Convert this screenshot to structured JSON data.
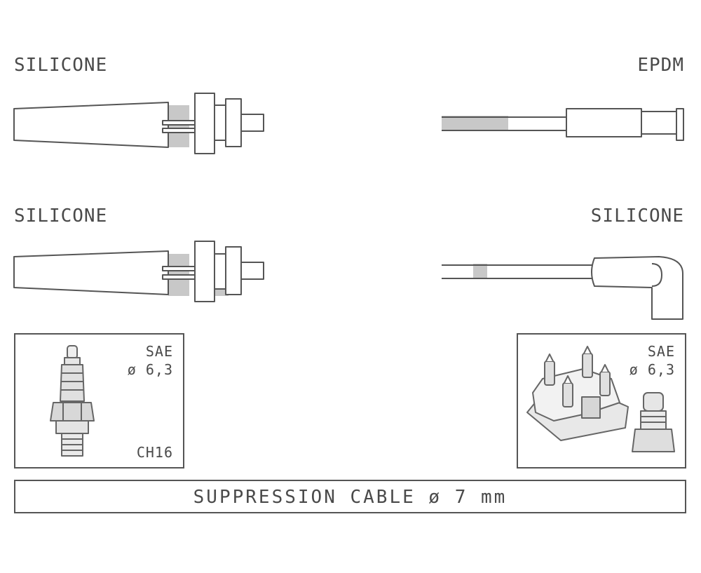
{
  "connectors": {
    "top_left_material": "SILICONE",
    "top_right_material": "EPDM",
    "bottom_left_material": "SILICONE",
    "bottom_right_material": "SILICONE"
  },
  "spark_plug_panel": {
    "standard": "SAE",
    "diameter": "ø 6,3",
    "plug_code": "CH16"
  },
  "distributor_panel": {
    "standard": "SAE",
    "diameter": "ø 6,3"
  },
  "cable": {
    "label": "SUPPRESSION CABLE  ø  7 mm"
  },
  "colors": {
    "line": "#555555",
    "shade": "#c8c8c8",
    "text": "#4a4a4a"
  },
  "icons": [
    "spark-plug-boot-straight-icon",
    "distributor-boot-straight-icon",
    "spark-plug-boot-straight-icon",
    "distributor-boot-angled-icon",
    "spark-plug-icon",
    "distributor-cap-icon",
    "distributor-terminal-icon"
  ]
}
